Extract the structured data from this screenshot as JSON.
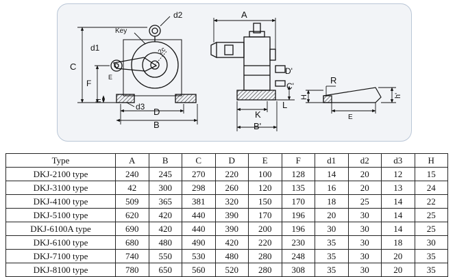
{
  "drawing": {
    "labels": {
      "A": "A",
      "B": "B",
      "C": "C",
      "D": "D",
      "F": "F",
      "d1": "d1",
      "d2": "d2",
      "d3": "d3",
      "key": "Key",
      "E_small": "E",
      "two_c": "2c",
      "h_left": "h",
      "D_prime": "D'",
      "C_prime": "C'",
      "L": "L",
      "K": "K",
      "B_prime": "B'",
      "R": "R",
      "H": "H",
      "h_prime": "h'",
      "E": "E"
    }
  },
  "table": {
    "headers": [
      "Type",
      "A",
      "B",
      "C",
      "D",
      "E",
      "F",
      "d1",
      "d2",
      "d3",
      "H"
    ],
    "rows": [
      [
        "DKJ-2100 type",
        "240",
        "245",
        "270",
        "220",
        "100",
        "128",
        "14",
        "20",
        "12",
        "15"
      ],
      [
        "DKJ-3100 type",
        "42",
        "300",
        "298",
        "260",
        "120",
        "135",
        "16",
        "20",
        "13",
        "24"
      ],
      [
        "DKJ-4100 type",
        "509",
        "365",
        "381",
        "320",
        "150",
        "170",
        "18",
        "25",
        "14",
        "22"
      ],
      [
        "DKJ-5100 type",
        "620",
        "420",
        "440",
        "390",
        "170",
        "196",
        "20",
        "30",
        "14",
        "25"
      ],
      [
        "DKJ-6100A type",
        "690",
        "420",
        "440",
        "390",
        "200",
        "196",
        "30",
        "30",
        "14",
        "25"
      ],
      [
        "DKJ-6100 type",
        "680",
        "480",
        "490",
        "420",
        "220",
        "230",
        "35",
        "30",
        "18",
        "30"
      ],
      [
        "DKJ-7100 type",
        "740",
        "550",
        "530",
        "480",
        "280",
        "248",
        "35",
        "30",
        "20",
        "35"
      ],
      [
        "DKJ-8100 type",
        "780",
        "650",
        "560",
        "520",
        "280",
        "308",
        "35",
        "30",
        "20",
        "35"
      ]
    ]
  }
}
